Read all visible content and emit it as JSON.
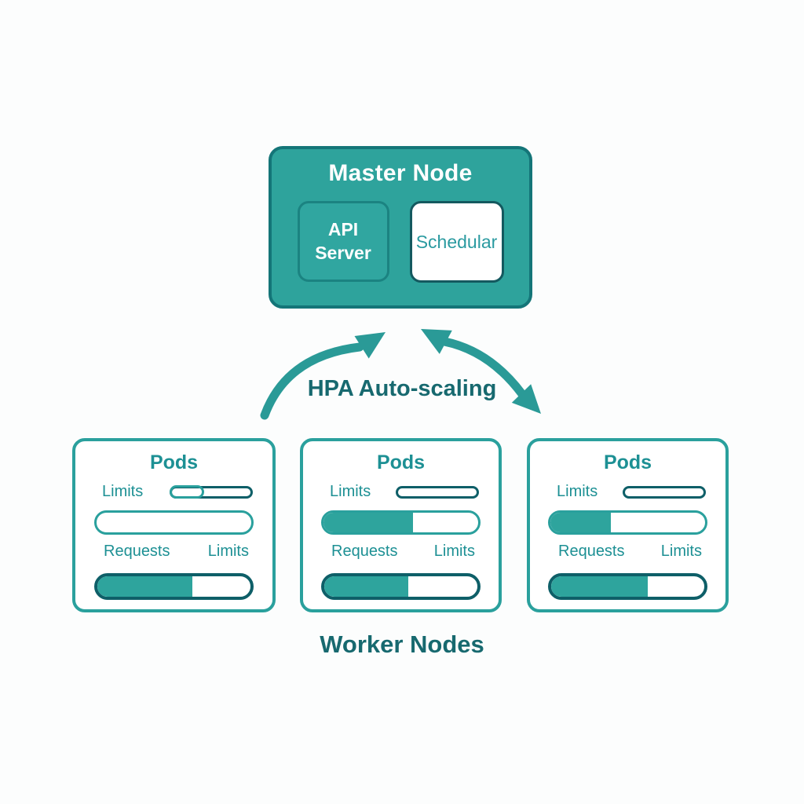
{
  "canvas": {
    "background": "#fcfdfd"
  },
  "colors": {
    "master_fill": "#2ea39c",
    "master_border": "#147578",
    "arrow_teal": "#2a9a97",
    "bar_fill_teal": "#2ea49d",
    "light_teal_border": "#2aa09d",
    "dark_pill_border": "#0e5f68",
    "label_teal": "#1d9094",
    "heading_dark_teal": "#17696f",
    "white": "#ffffff"
  },
  "master_node": {
    "title": "Master Node",
    "api_server_label": "API Server",
    "scheduler_label": "Schedular"
  },
  "hpa": {
    "label": "HPA Auto-scaling",
    "left_arrow_icon": "curved-arrow-up-right-icon",
    "right_arrow_icon": "curved-double-headed-arrow-icon"
  },
  "workers": {
    "section_title": "Worker Nodes",
    "nodes": [
      {
        "title": "Pods",
        "top_limits_label": "Limits",
        "requests_label": "Requests",
        "bottom_limits_label": "Limits",
        "small_bar": {
          "segment_pct": "44%"
        },
        "middle_bar": {
          "fill_pct": "0%"
        },
        "bottom_bar": {
          "fill_pct": "62%"
        }
      },
      {
        "title": "Pods",
        "top_limits_label": "Limits",
        "requests_label": "Requests",
        "bottom_limits_label": "Limits",
        "small_bar": {
          "segment_pct": null
        },
        "middle_bar": {
          "fill_pct": "58%"
        },
        "bottom_bar": {
          "fill_pct": "55%"
        }
      },
      {
        "title": "Pods",
        "top_limits_label": "Limits",
        "requests_label": "Requests",
        "bottom_limits_label": "Limits",
        "small_bar": {
          "segment_pct": null
        },
        "middle_bar": {
          "fill_pct": "39%"
        },
        "bottom_bar": {
          "fill_pct": "63%"
        }
      }
    ]
  }
}
